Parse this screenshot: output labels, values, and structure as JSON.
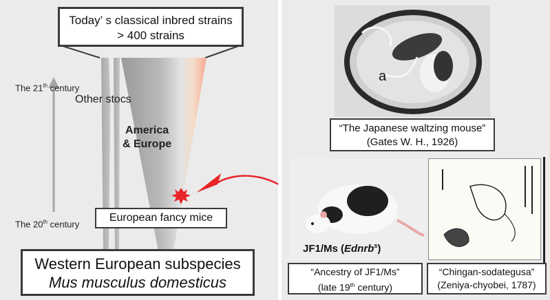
{
  "left": {
    "top_box": {
      "line1": "Today’ s classical inbred strains",
      "line2": "> 400 strains"
    },
    "century_21": {
      "prefix": "The 21",
      "sup": "th",
      "suffix": " century"
    },
    "century_20": {
      "prefix": "The 20",
      "sup": "th",
      "suffix": " century"
    },
    "other_stocs": "Other stocs",
    "region": {
      "line1": "America",
      "line2": "& Europe"
    },
    "fancy_box": "European fancy mice",
    "bottom_box": {
      "line1": "Western European subspecies",
      "line2": "Mus musculus domesticus"
    }
  },
  "right": {
    "waltzing_photo_label": "a",
    "waltzing_caption": {
      "line1": "“The Japanese waltzing mouse”",
      "line2": "(Gates W. H., 1926)"
    },
    "jf1_label": {
      "prefix": "JF1/Ms (",
      "gene": "Ednrb",
      "sup": "s",
      "suffix": ")"
    },
    "ancestry_caption": {
      "line1": "“Ancestry of JF1/Ms”",
      "line2_prefix": "(late 19",
      "line2_sup": "th",
      "line2_suffix": " century)"
    },
    "chingan_caption": {
      "line1": "“Chingan-sodategusa”",
      "line2": "(Zeniya-chyobei, 1787)"
    }
  },
  "colors": {
    "accent_red": "#e8262a",
    "panel_bg": "#ebebeb",
    "border": "#3a3a3a"
  }
}
